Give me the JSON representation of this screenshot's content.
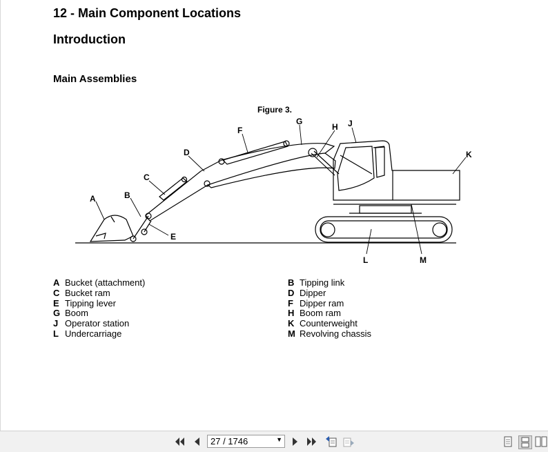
{
  "doc": {
    "chapter_title": "12 - Main Component Locations",
    "section_title": "Introduction",
    "subsection_title": "Main Assemblies",
    "figure_caption": "Figure 3."
  },
  "figure_labels": {
    "A": "A",
    "B": "B",
    "C": "C",
    "D": "D",
    "E": "E",
    "F": "F",
    "G": "G",
    "H": "H",
    "J": "J",
    "K": "K",
    "L": "L",
    "M": "M"
  },
  "legend_left": [
    {
      "key": "A",
      "text": "Bucket (attachment)"
    },
    {
      "key": "C",
      "text": "Bucket ram"
    },
    {
      "key": "E",
      "text": "Tipping lever"
    },
    {
      "key": "G",
      "text": "Boom"
    },
    {
      "key": "J",
      "text": "Operator station"
    },
    {
      "key": "L",
      "text": "Undercarriage"
    }
  ],
  "legend_right": [
    {
      "key": "B",
      "text": "Tipping link"
    },
    {
      "key": "D",
      "text": "Dipper"
    },
    {
      "key": "F",
      "text": "Dipper ram"
    },
    {
      "key": "H",
      "text": "Boom ram"
    },
    {
      "key": "K",
      "text": "Counterweight"
    },
    {
      "key": "M",
      "text": "Revolving chassis"
    }
  ],
  "viewer": {
    "page_indicator": "27 / 1746"
  }
}
